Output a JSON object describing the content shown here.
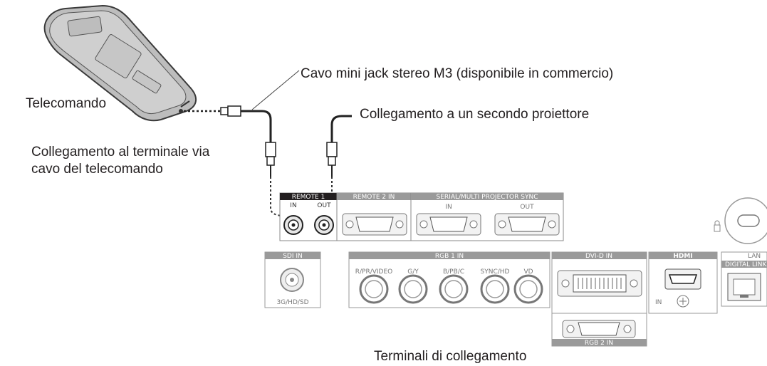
{
  "callouts": {
    "remote": "Telecomando",
    "cable": "Cavo mini jack stereo M3 (disponibile in commercio)",
    "second_projector": "Collegamento a un secondo proiettore",
    "wired_line1": "Collegamento al terminale via",
    "wired_line2": "cavo del telecomando",
    "caption": "Terminali di collegamento"
  },
  "panel": {
    "remote1": "REMOTE 1",
    "remote1_in": "IN",
    "remote1_out": "OUT",
    "remote2": "REMOTE 2 IN",
    "serial": "SERIAL/MULTI PROJECTOR SYNC",
    "serial_in": "IN",
    "serial_out": "OUT",
    "sdi": "SDI IN",
    "sdi_sub": "3G/HD/SD",
    "rgb1": "RGB 1 IN",
    "rgb1_ports": [
      "R/PR/VIDEO",
      "G/Y",
      "B/PB/C",
      "SYNC/HD",
      "VD"
    ],
    "dvi": "DVI-D IN",
    "hdmi": "HDMI",
    "hdmi_in": "IN",
    "lan": "LAN",
    "digital_link": "DIGITAL LINK",
    "rgb2": "RGB 2 IN"
  }
}
